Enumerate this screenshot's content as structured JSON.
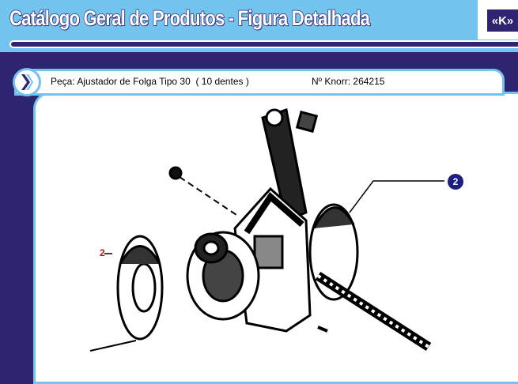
{
  "header": {
    "title": "Catálogo Geral de Produtos - Figura Detalhada",
    "logo": "K"
  },
  "part": {
    "piece_label": "Peça: Ajustador de Folga Tipo 30  ( 10 dentes )",
    "knorr_label": "Nº Knorr: 264215"
  },
  "figure": {
    "callouts": [
      "2",
      "2"
    ]
  },
  "colors": {
    "light_blue": "#72c3ee",
    "navy": "#2e2470",
    "callout": "#1b1f80",
    "callout_red": "#b01818"
  }
}
